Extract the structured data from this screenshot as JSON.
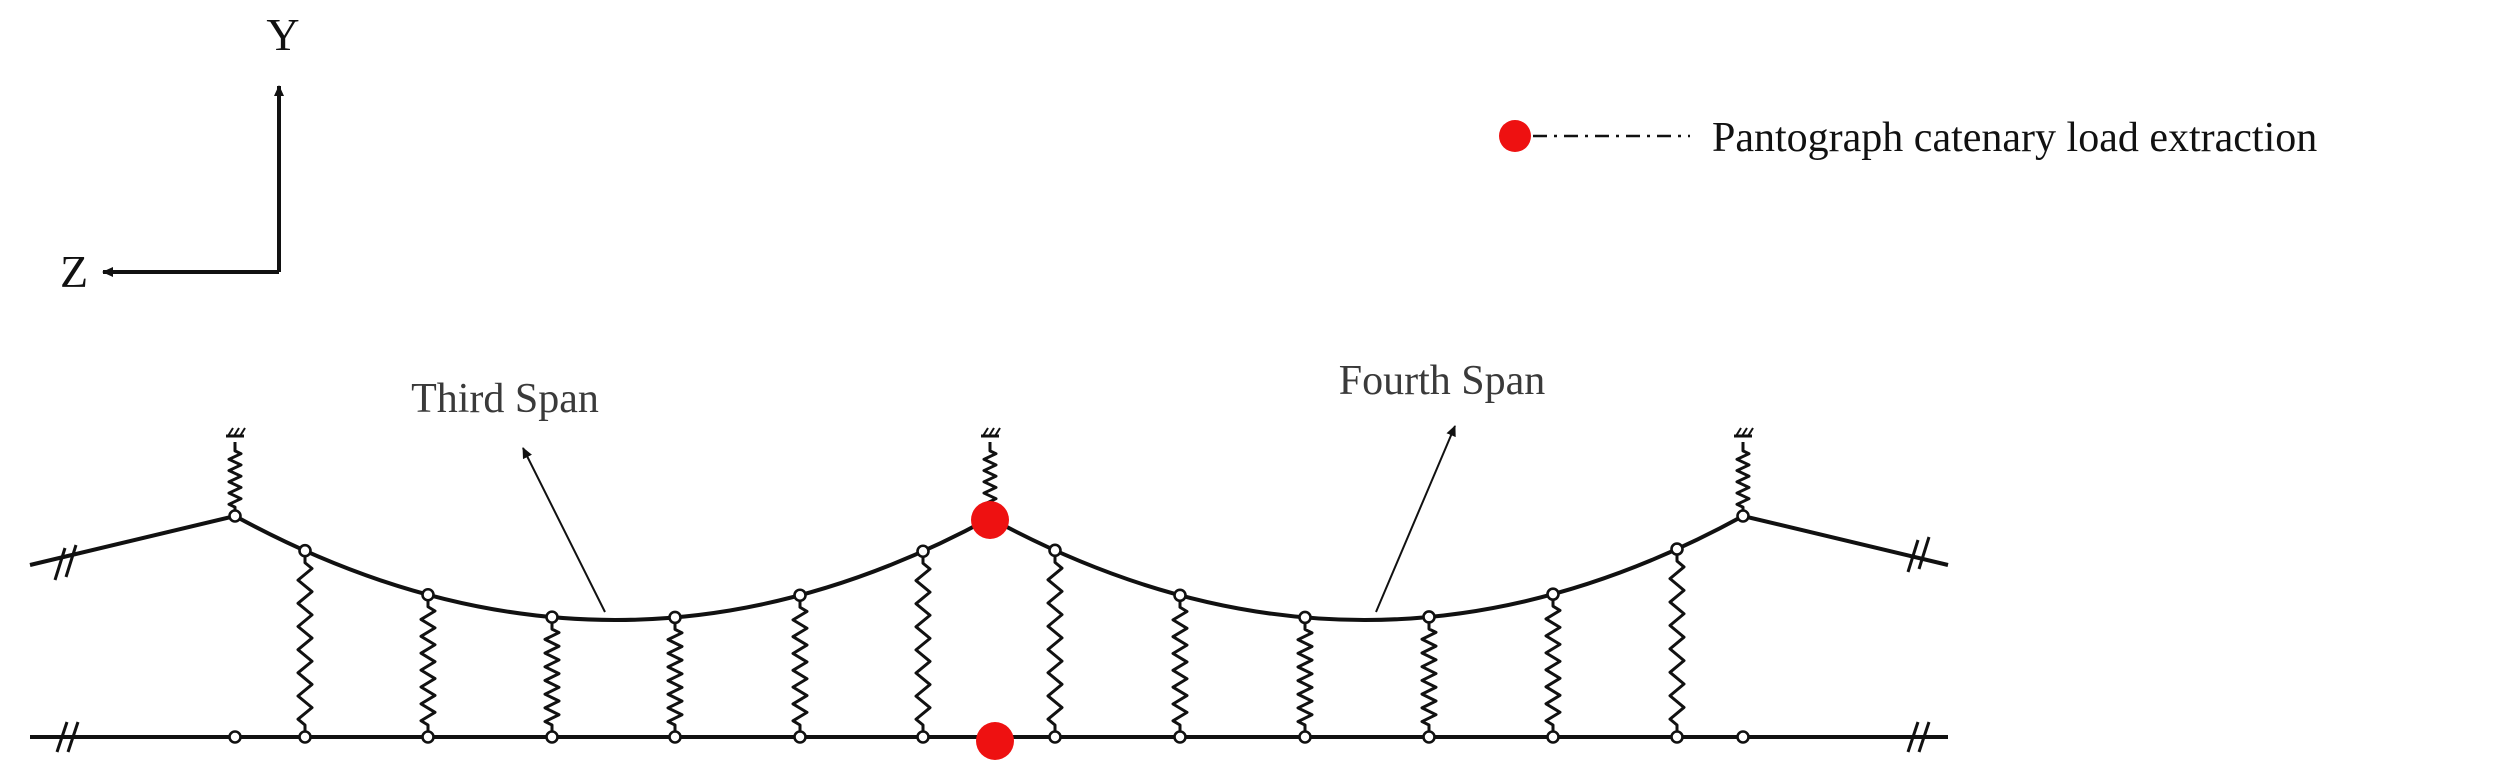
{
  "axes": {
    "y_label": "Y",
    "z_label": "Z"
  },
  "legend": {
    "label": "Pantograph catenary load extraction",
    "marker_color": "#ee1111"
  },
  "spans": [
    {
      "label": "Third Span"
    },
    {
      "label": "Fourth Span"
    }
  ],
  "colors": {
    "line": "#111111",
    "load_point": "#ee1111"
  }
}
